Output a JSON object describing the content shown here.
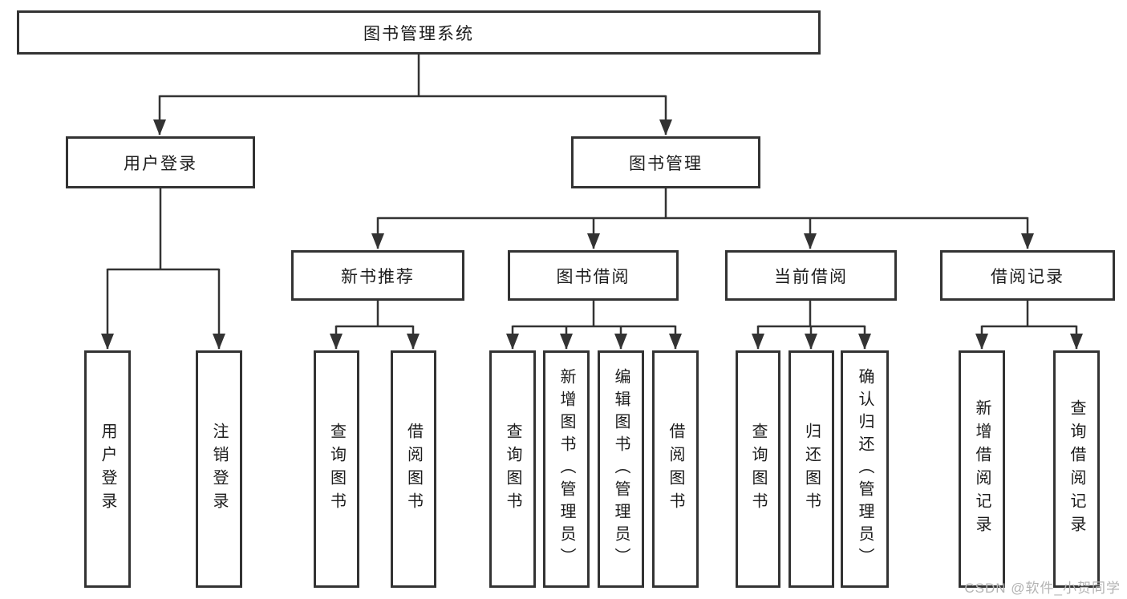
{
  "diagram": {
    "title": "图书管理系统",
    "level2": [
      {
        "label": "用户登录",
        "children": [
          "用户登录",
          "注销登录"
        ]
      },
      {
        "label": "图书管理"
      }
    ],
    "level3": [
      {
        "label": "新书推荐",
        "children": [
          "查询图书",
          "借阅图书"
        ]
      },
      {
        "label": "图书借阅",
        "children": [
          "查询图书",
          "新增图书（管理员）",
          "编辑图书（管理员）",
          "借阅图书"
        ]
      },
      {
        "label": "当前借阅",
        "children": [
          "查询图书",
          "归还图书",
          "确认归还（管理员）"
        ]
      },
      {
        "label": "借阅记录",
        "children": [
          "新增借阅记录",
          "查询借阅记录"
        ]
      }
    ]
  },
  "watermark": "CSDN @软件_小贺同学",
  "colors": {
    "line": "#333333",
    "text": "#1c1c1c",
    "watermark": "#b3b3b3",
    "background": "#ffffff"
  }
}
